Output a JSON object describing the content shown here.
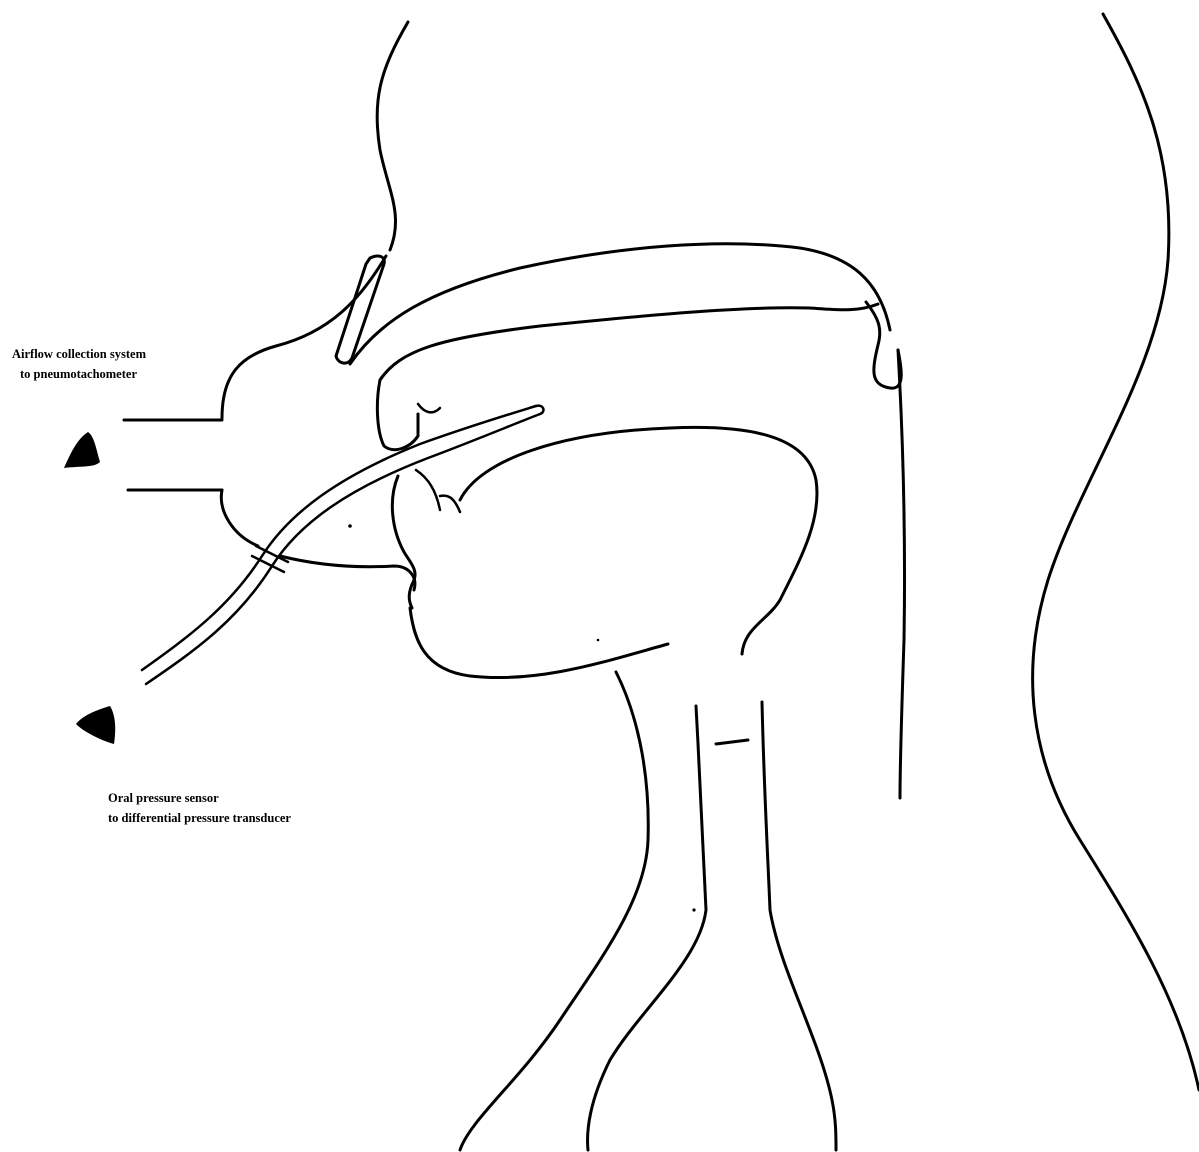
{
  "labels": {
    "airflow": {
      "line1": "Airflow collection system",
      "line2": "to pneumotachometer"
    },
    "oral_pressure": {
      "line1": "Oral pressure sensor",
      "line2": "to differential pressure transducer"
    }
  },
  "colors": {
    "line": "#000000",
    "background": "#ffffff"
  }
}
